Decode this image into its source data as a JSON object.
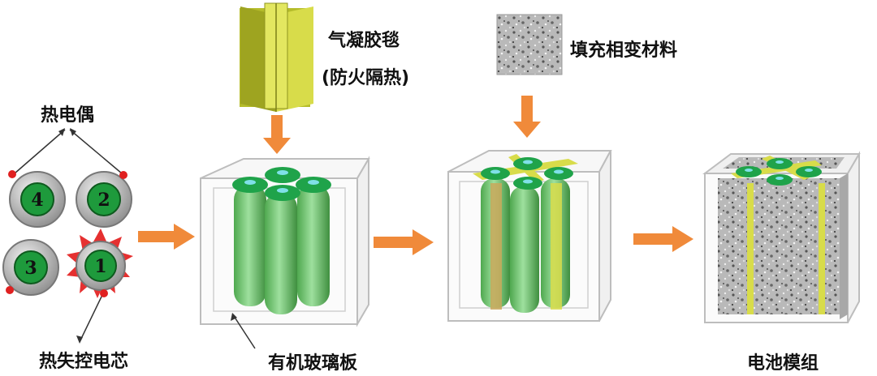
{
  "labels": {
    "thermocouple": "热电偶",
    "runaway_cell": "热失控电芯",
    "aerogel_line1": "气凝胶毯",
    "aerogel_line2": "(防火隔热)",
    "pcm": "填充相变材料",
    "plexiglass": "有机玻璃板",
    "module": "电池模组"
  },
  "cells": [
    {
      "id": "4"
    },
    {
      "id": "2"
    },
    {
      "id": "3"
    },
    {
      "id": "1",
      "state": "thermal-runaway"
    }
  ],
  "colors": {
    "arrow": "#F08A3A",
    "cell_green": "#6BC46B",
    "cell_top": "#1FA34A",
    "aerogel": "#D8DC4A",
    "box_edge": "#BDBDBD",
    "thermocouple_tip": "#E02020",
    "burst": "#E53030"
  }
}
